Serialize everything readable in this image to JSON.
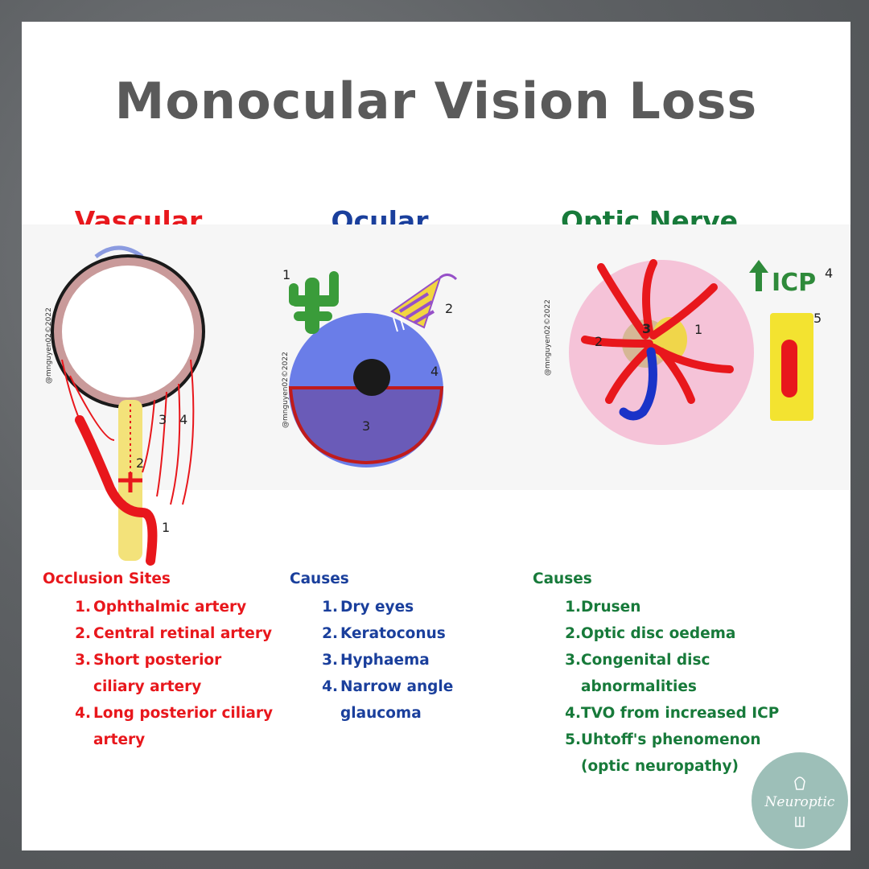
{
  "title": "Monocular Vision Loss",
  "colors": {
    "vascular": "#e8171c",
    "ocular": "#1a3f9c",
    "optic": "#177a3a",
    "title": "#5a5a5a",
    "background": "#5e6164",
    "logo": "#9dbfb8"
  },
  "sections": {
    "vascular": {
      "heading": "Vascular",
      "list_title": "Occlusion Sites",
      "items": [
        {
          "num": "1.",
          "text": "Ophthalmic artery"
        },
        {
          "num": "2.",
          "text": "Central retinal artery"
        },
        {
          "num": "3.",
          "text": "Short posterior ciliary artery"
        },
        {
          "num": "4.",
          "text": "Long posterior ciliary artery"
        }
      ]
    },
    "ocular": {
      "heading": "Ocular",
      "list_title": "Causes",
      "items": [
        {
          "num": "1.",
          "text": "Dry eyes"
        },
        {
          "num": "2.",
          "text": "Keratoconus"
        },
        {
          "num": "3.",
          "text": "Hyphaema"
        },
        {
          "num": "4.",
          "text": "Narrow angle glaucoma"
        }
      ]
    },
    "optic": {
      "heading": "Optic Nerve",
      "list_title": "Causes",
      "items": [
        {
          "num": "1.",
          "text": "Drusen"
        },
        {
          "num": "2.",
          "text": "Optic disc oedema"
        },
        {
          "num": "3.",
          "text": "Congenital disc abnormalities"
        },
        {
          "num": "4.",
          "text": "TVO from increased ICP"
        },
        {
          "num": "5.",
          "text": "Uhtoff's phenomenon (optic neuropathy)"
        }
      ]
    }
  },
  "diagram_labels": {
    "vascular": [
      "1",
      "2",
      "3",
      "4"
    ],
    "ocular": [
      "1",
      "2",
      "3",
      "4"
    ],
    "optic": [
      "1",
      "2",
      "3",
      "4",
      "5"
    ],
    "icp": "ICP"
  },
  "watermark": "@mnguyen02©2022",
  "logo_text": "Neuroptic",
  "icons": [
    "eye-vascular-diagram",
    "eye-ocular-diagram",
    "optic-disc-diagram",
    "up-arrow-icon",
    "neuroptic-logo"
  ]
}
